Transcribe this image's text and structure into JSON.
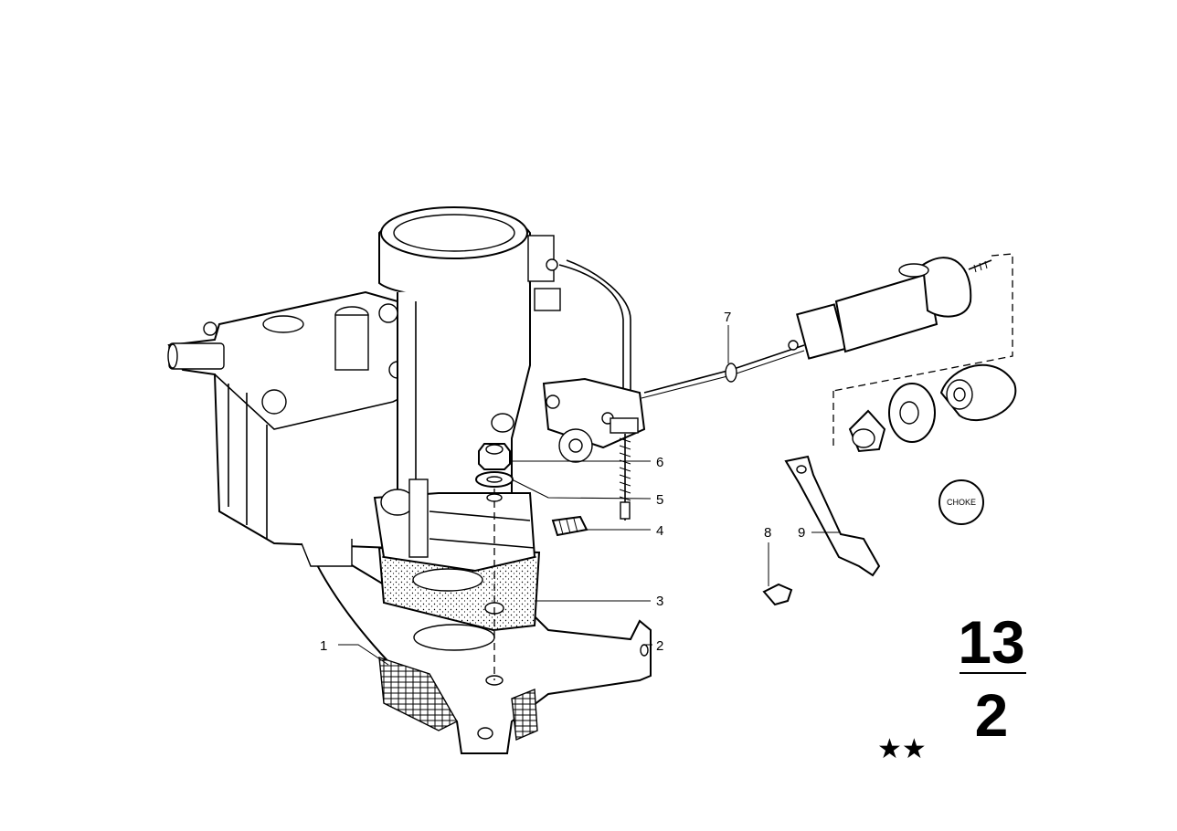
{
  "callouts": {
    "c1": "1",
    "c2": "2",
    "c3": "3",
    "c4": "4",
    "c5": "5",
    "c6": "6",
    "c7": "7",
    "c8": "8",
    "c9": "9"
  },
  "choke_label": "CHOKE",
  "group_number": {
    "top": "13",
    "bottom": "2"
  },
  "stars": "★★"
}
